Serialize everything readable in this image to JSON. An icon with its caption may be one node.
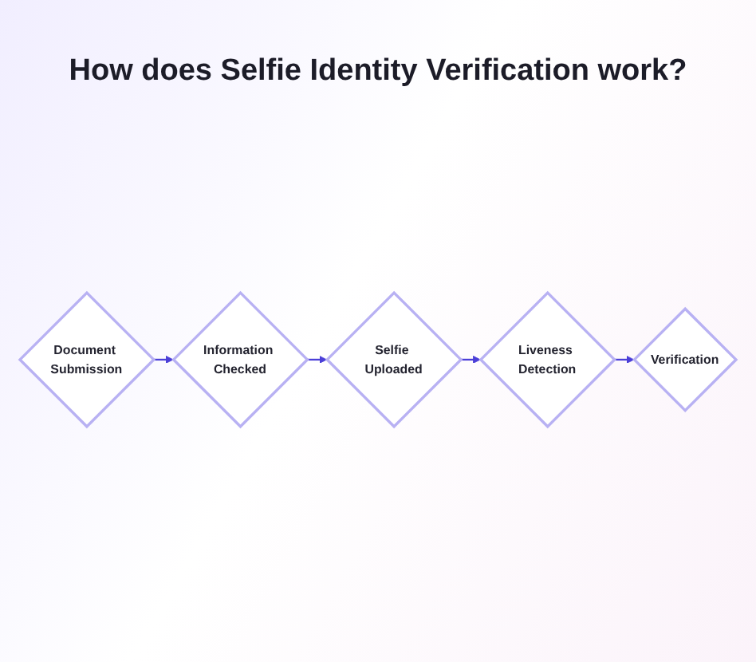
{
  "diagram": {
    "title": "How does Selfie Identity Verification work?",
    "nodes": [
      {
        "text": [
          "Document Submission"
        ]
      },
      {
        "text": [
          "Information Checked"
        ]
      },
      {
        "text": [
          "Selfie Uploaded"
        ]
      },
      {
        "text": [
          "Liveness Detection"
        ]
      },
      {
        "text": [
          "Verification"
        ]
      }
    ],
    "edges": [
      {
        "from": 0,
        "to": 1,
        "arrow": "to"
      },
      {
        "from": 1,
        "to": 2,
        "arrow": "to"
      },
      {
        "from": 2,
        "to": 3,
        "arrow": "to"
      },
      {
        "from": 3,
        "to": 4,
        "arrow": "to"
      }
    ]
  }
}
